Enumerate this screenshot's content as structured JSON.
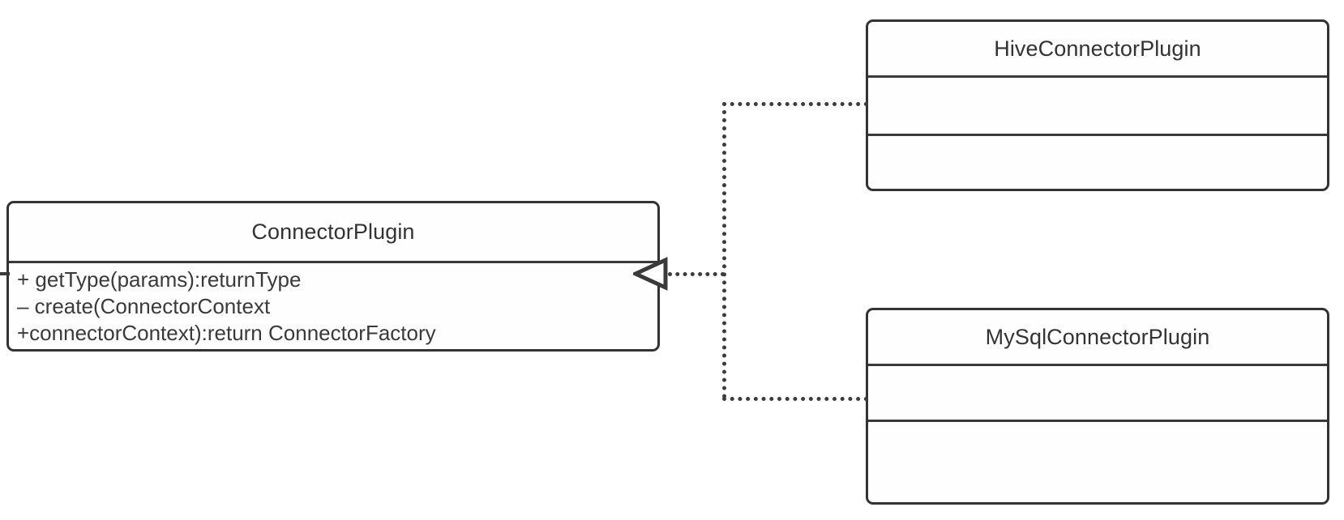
{
  "diagram": {
    "type": "uml-class-diagram",
    "notation": "UML",
    "background_color": "#ffffff",
    "stroke_color": "#333333",
    "text_color": "#333333",
    "relationship_kind": "realization",
    "relationship_line_style": "dotted",
    "relationship_arrowhead": "hollow-triangle"
  },
  "classes": {
    "connector_plugin": {
      "name": "ConnectorPlugin",
      "role": "interface",
      "attributes": [],
      "methods": [
        "+ getType(params):returnType",
        "– create(ConnectorContext",
        "+connectorContext):return ConnectorFactory"
      ]
    },
    "hive_connector_plugin": {
      "name": "HiveConnectorPlugin",
      "role": "implementation",
      "attributes": [],
      "methods": []
    },
    "mysql_connector_plugin": {
      "name": "MySqlConnectorPlugin",
      "role": "implementation",
      "attributes": [],
      "methods": []
    }
  },
  "relationships": [
    {
      "from": "HiveConnectorPlugin",
      "to": "ConnectorPlugin",
      "kind": "realizes"
    },
    {
      "from": "MySqlConnectorPlugin",
      "to": "ConnectorPlugin",
      "kind": "realizes"
    }
  ]
}
